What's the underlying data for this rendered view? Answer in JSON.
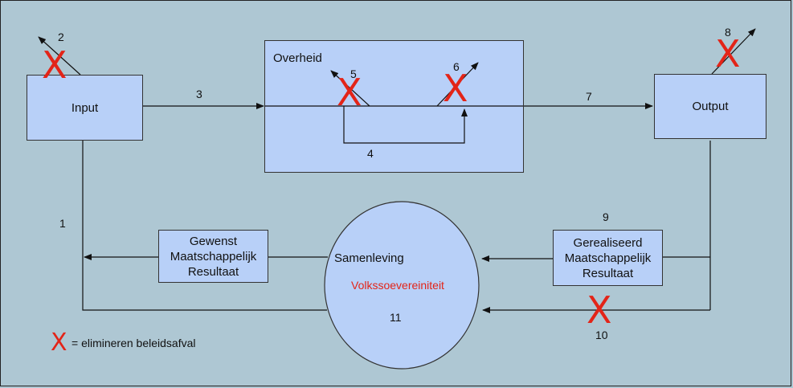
{
  "boxes": {
    "input": "Input",
    "overheid": "Overheid",
    "output": "Output",
    "gewenst": [
      "Gewenst",
      "Maatschappelijk",
      "Resultaat"
    ],
    "gerealiseerd": [
      "Gerealiseerd",
      "Maatschappelijk",
      "Resultaat"
    ]
  },
  "circle": {
    "title": "Samenleving",
    "subtitle": "Volkssoevereiniteit",
    "number": "11"
  },
  "numbers": {
    "n1": "1",
    "n2": "2",
    "n3": "3",
    "n4": "4",
    "n5": "5",
    "n6": "6",
    "n7": "7",
    "n8": "8",
    "n9": "9",
    "n10": "10"
  },
  "legend": {
    "mark": "X",
    "text": "= elimineren beleidsafval"
  },
  "x_mark": "X",
  "colors": {
    "background": "#aec7d3",
    "box_fill": "#b8d0f8",
    "x_red": "#e32418"
  }
}
